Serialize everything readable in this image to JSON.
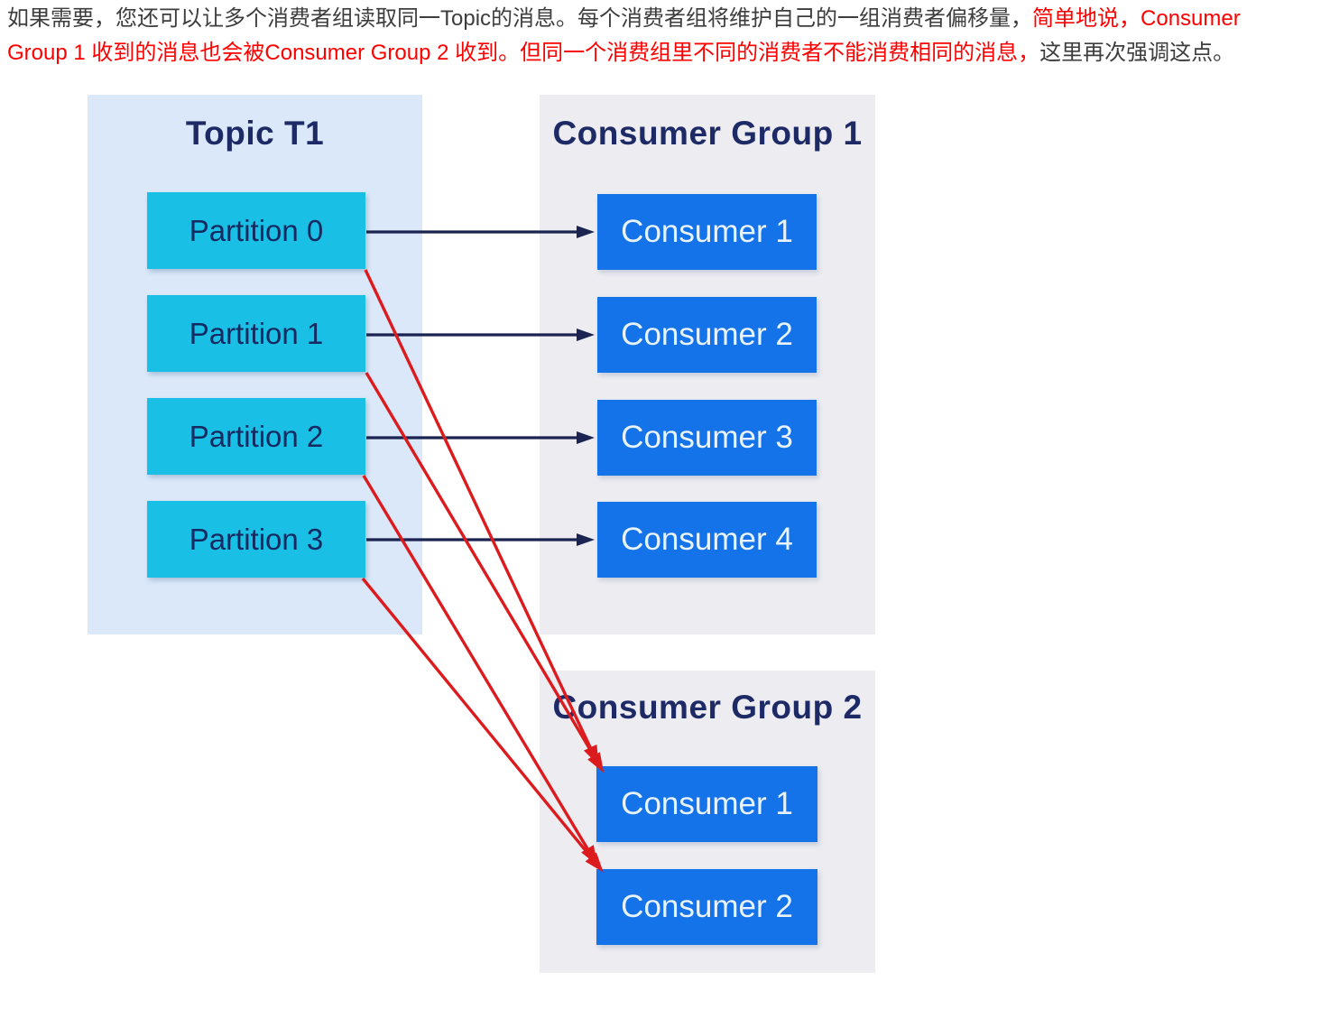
{
  "paragraph": {
    "black_1": "如果需要，您还可以让多个消费者组读取同一Topic的消息。每个消费者组将维护自己的一组消费者偏移量，",
    "red_1": "简单地说，Consumer Group 1 收到的消息也会被Consumer Group 2 收到。但同一个消费组里不同的消费者不能消费相同的消息，",
    "black_2": "这里再次强调这点。"
  },
  "diagram": {
    "topic": {
      "title": "Topic T1",
      "partitions": [
        "Partition 0",
        "Partition 1",
        "Partition 2",
        "Partition 3"
      ]
    },
    "group1": {
      "title": "Consumer Group 1",
      "consumers": [
        "Consumer 1",
        "Consumer 2",
        "Consumer 3",
        "Consumer 4"
      ]
    },
    "group2": {
      "title": "Consumer Group 2",
      "consumers": [
        "Consumer 1",
        "Consumer 2"
      ]
    },
    "edges": {
      "to_group1": [
        {
          "from": "Partition 0",
          "to": "Consumer 1"
        },
        {
          "from": "Partition 1",
          "to": "Consumer 2"
        },
        {
          "from": "Partition 2",
          "to": "Consumer 3"
        },
        {
          "from": "Partition 3",
          "to": "Consumer 4"
        }
      ],
      "to_group2": [
        {
          "from": "Partition 0",
          "to": "Consumer 1"
        },
        {
          "from": "Partition 1",
          "to": "Consumer 1"
        },
        {
          "from": "Partition 2",
          "to": "Consumer 2"
        },
        {
          "from": "Partition 3",
          "to": "Consumer 2"
        }
      ]
    },
    "colors": {
      "topic_panel_bg": "#dbe8fa",
      "group_panel_bg": "#ececf1",
      "partition_box": "#19bfe4",
      "consumer_box": "#1473e8",
      "panel_title_text": "#1d2a66",
      "partition_text": "#142a60",
      "consumer_text": "#e9f3fd",
      "flow_arrow": "#1b2350",
      "cross_group_arrow": "#dc1b1e",
      "intro_text": "#3d3d3d",
      "intro_highlight": "#fe0000"
    }
  }
}
